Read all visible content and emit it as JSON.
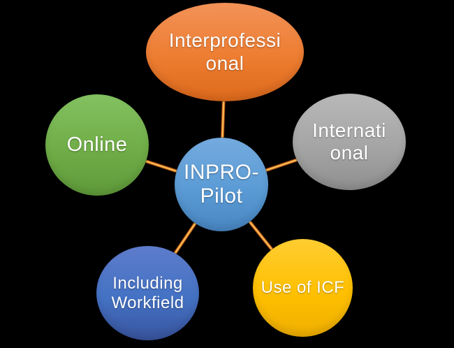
{
  "diagram": {
    "type": "radial-hub-spoke",
    "background_color": "#000000",
    "text_color": "#FFFFFF",
    "connector_color": "#ED7D31",
    "connector_highlight_color": "#FFD75E",
    "center": {
      "id": "inpro-pilot",
      "label": "INPRO-\nPilot",
      "color": "#5B9BD5"
    },
    "nodes": [
      {
        "id": "interprofessional",
        "label": "Interprofessi\nonal",
        "color": "#ED7D31",
        "position": "top"
      },
      {
        "id": "international",
        "label": "Internati\nonal",
        "color": "#A5A5A5",
        "position": "right"
      },
      {
        "id": "use-of-icf",
        "label": "Use of ICF",
        "color": "#FFC000",
        "position": "bottom-right"
      },
      {
        "id": "including-workfield",
        "label": "Including\nWorkfield",
        "color": "#4472C4",
        "position": "bottom-left"
      },
      {
        "id": "online",
        "label": "Online",
        "color": "#70AD47",
        "position": "left"
      }
    ]
  }
}
